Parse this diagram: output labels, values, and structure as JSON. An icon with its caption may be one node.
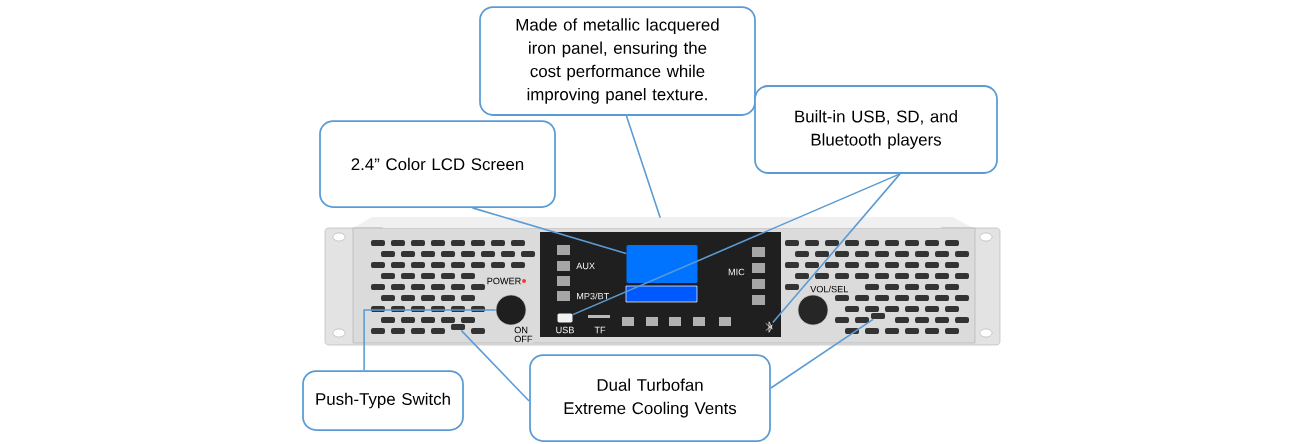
{
  "diagram": {
    "nodes": [
      {
        "text": [
          "Made of metallic lacquered iron panel, ensuring the cost performance while improving panel texture."
        ]
      },
      {
        "text": [
          "Built-in USB, SD, and Bluetooth players"
        ]
      },
      {
        "text": [
          "2.4” Color LCD Screen"
        ]
      },
      {
        "text": [
          "Push-Type Switch"
        ]
      },
      {
        "text": [
          "Dual Turbofan Extreme Cooling Vents"
        ]
      },
      {
        "text": [],
        "shape": "box"
      },
      {
        "text": [],
        "shape": "box"
      },
      {
        "text": [],
        "shape": "box"
      },
      {
        "text": [],
        "shape": "picture"
      },
      {
        "text": [],
        "shape": "circle"
      },
      {
        "text": [],
        "shape": "box"
      },
      {
        "text": [],
        "shape": "box"
      }
    ],
    "edges": [
      {
        "from": 0,
        "to": 5,
        "arrow": "none"
      },
      {
        "from": 1,
        "to": 7,
        "arrow": "none"
      },
      {
        "from": 1,
        "to": 8,
        "arrow": "none"
      },
      {
        "from": 2,
        "to": 6,
        "arrow": "none"
      },
      {
        "from": 3,
        "to": 9,
        "arrow": "none"
      },
      {
        "from": 4,
        "to": 10,
        "arrow": "none"
      },
      {
        "from": 4,
        "to": 11,
        "arrow": "none"
      }
    ],
    "labels": [
      "POWER",
      "AUX",
      "MP3/BT",
      "MIC",
      "VOL/SEL",
      "USB",
      "TF",
      "ON",
      "OFF"
    ]
  }
}
